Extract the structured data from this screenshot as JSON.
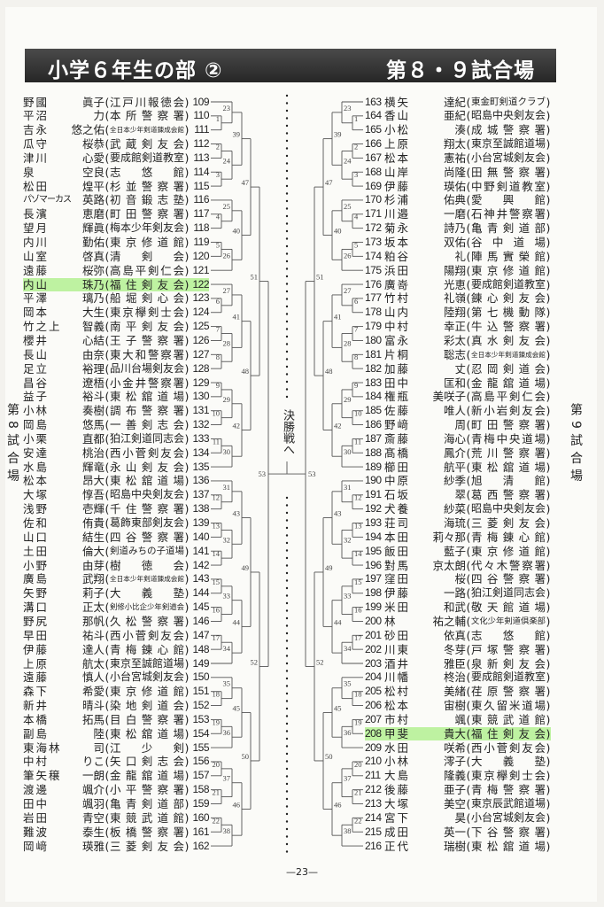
{
  "header": {
    "title": "小学６年生の部 ②",
    "venue": "第８・９試合場"
  },
  "side_labels": {
    "left": "第8試合場",
    "right": "第9試合場"
  },
  "finals_label": "決勝戦へ",
  "page_number": "—23—",
  "bracket_tree": [
    53,
    [
      51,
      [
        47,
        [
          39,
          [
            23,
            0,
            [
              1,
              1,
              2
            ]
          ],
          [
            24,
            [
              2,
              3,
              4
            ],
            [
              3,
              5,
              6
            ]
          ]
        ],
        [
          40,
          [
            25,
            7,
            [
              4,
              8,
              9
            ]
          ],
          [
            26,
            [
              5,
              10,
              11
            ],
            12
          ]
        ]
      ],
      [
        48,
        [
          41,
          [
            27,
            13,
            [
              6,
              14,
              15
            ]
          ],
          [
            28,
            [
              7,
              16,
              17
            ],
            [
              8,
              18,
              19
            ]
          ]
        ],
        [
          42,
          [
            29,
            [
              9,
              20,
              21
            ],
            [
              10,
              22,
              23
            ]
          ],
          [
            30,
            [
              11,
              24,
              25
            ],
            26
          ]
        ]
      ]
    ],
    [
      52,
      [
        49,
        [
          43,
          [
            31,
            27,
            [
              12,
              28,
              29
            ]
          ],
          [
            32,
            [
              13,
              30,
              31
            ],
            [
              14,
              32,
              33
            ]
          ]
        ],
        [
          44,
          [
            33,
            [
              15,
              34,
              35
            ],
            [
              16,
              36,
              37
            ]
          ],
          [
            34,
            [
              17,
              38,
              39
            ],
            40
          ]
        ]
      ],
      [
        50,
        [
          45,
          [
            35,
            41,
            [
              18,
              42,
              43
            ]
          ],
          [
            36,
            [
              19,
              44,
              45
            ],
            46
          ]
        ],
        [
          46,
          [
            37,
            [
              20,
              47,
              48
            ],
            [
              21,
              49,
              50
            ]
          ],
          [
            38,
            [
              22,
              51,
              52
            ],
            53
          ]
        ]
      ]
    ]
  ],
  "left_entries": [
    {
      "no": "109",
      "surname": "野國",
      "given": "眞子",
      "club": "江戸川報徳会"
    },
    {
      "no": "110",
      "surname": "平沼",
      "given": "力",
      "club": "本所警察署"
    },
    {
      "no": "111",
      "surname": "吉永",
      "given": "悠之佑",
      "club": "全日本少年剣道錬成会館"
    },
    {
      "no": "112",
      "surname": "瓜守",
      "given": "桜恭",
      "club": "武蔵剣友会"
    },
    {
      "no": "113",
      "surname": "津川",
      "given": "心愛",
      "club": "要成館剣道教室"
    },
    {
      "no": "114",
      "surname": "泉",
      "given": "空良",
      "club": "志悠館"
    },
    {
      "no": "115",
      "surname": "松田",
      "given": "煌平",
      "club": "杉並警察署"
    },
    {
      "no": "116",
      "surname": "パゾマーカス",
      "given": "英路",
      "club": "初音鍛志塾"
    },
    {
      "no": "117",
      "surname": "長濱",
      "given": "恵磨",
      "club": "町田警察署"
    },
    {
      "no": "118",
      "surname": "望月",
      "given": "輝眞",
      "club": "梅本少年剣友会"
    },
    {
      "no": "119",
      "surname": "内川",
      "given": "勤佑",
      "club": "東京修道館"
    },
    {
      "no": "120",
      "surname": "山室",
      "given": "啓真",
      "club": "清剣会"
    },
    {
      "no": "121",
      "surname": "遠藤",
      "given": "桜弥",
      "club": "高島平剣仁会"
    },
    {
      "no": "122",
      "surname": "内山",
      "given": "珠乃",
      "club": "福住剣友会",
      "highlighted": true
    },
    {
      "no": "123",
      "surname": "平澤",
      "given": "璃乃",
      "club": "船堀剣心会"
    },
    {
      "no": "124",
      "surname": "岡本",
      "given": "大生",
      "club": "東京欅剣士会"
    },
    {
      "no": "125",
      "surname": "竹之上",
      "given": "智義",
      "club": "南平剣友会"
    },
    {
      "no": "126",
      "surname": "櫻井",
      "given": "心結",
      "club": "王子警察署"
    },
    {
      "no": "127",
      "surname": "長山",
      "given": "由奈",
      "club": "東大和警察署"
    },
    {
      "no": "128",
      "surname": "足立",
      "given": "裕理",
      "club": "品川台場剣友会"
    },
    {
      "no": "129",
      "surname": "昌谷",
      "given": "遼梧",
      "club": "小金井警察署"
    },
    {
      "no": "130",
      "surname": "益子",
      "given": "裕斗",
      "club": "東松舘道場"
    },
    {
      "no": "131",
      "surname": "小林",
      "given": "奏樹",
      "club": "調布警察署"
    },
    {
      "no": "132",
      "surname": "岡島",
      "given": "悠馬",
      "club": "一善剣志会"
    },
    {
      "no": "133",
      "surname": "小栗",
      "given": "直都",
      "club": "狛江剣道同志会"
    },
    {
      "no": "134",
      "surname": "安達",
      "given": "桃治",
      "club": "西小菅剣友会"
    },
    {
      "no": "135",
      "surname": "水島",
      "given": "輝竜",
      "club": "永山剣友会"
    },
    {
      "no": "136",
      "surname": "松本",
      "given": "昂大",
      "club": "東松舘道場"
    },
    {
      "no": "137",
      "surname": "大塚",
      "given": "惇吾",
      "club": "昭島中央剣友会"
    },
    {
      "no": "138",
      "surname": "浅野",
      "given": "壱輝",
      "club": "千住警察署"
    },
    {
      "no": "139",
      "surname": "佐和",
      "given": "侑貴",
      "club": "葛飾東部剣友会"
    },
    {
      "no": "140",
      "surname": "山口",
      "given": "結生",
      "club": "四谷警察署"
    },
    {
      "no": "141",
      "surname": "土田",
      "given": "倫大",
      "club": "剣道みちの子道場"
    },
    {
      "no": "142",
      "surname": "小野",
      "given": "由芽",
      "club": "樹徳会"
    },
    {
      "no": "143",
      "surname": "廣島",
      "given": "武翔",
      "club": "全日本少年剣道錬成会館"
    },
    {
      "no": "144",
      "surname": "矢野",
      "given": "莉子",
      "club": "大義塾"
    },
    {
      "no": "145",
      "surname": "溝口",
      "given": "正太",
      "club": "剣修小比企少年剣道会"
    },
    {
      "no": "146",
      "surname": "野尻",
      "given": "那帆",
      "club": "久松警察署"
    },
    {
      "no": "147",
      "surname": "早田",
      "given": "祐斗",
      "club": "西小菅剣友会"
    },
    {
      "no": "148",
      "surname": "伊藤",
      "given": "達人",
      "club": "青梅錬心館"
    },
    {
      "no": "149",
      "surname": "上原",
      "given": "航太",
      "club": "東京至誠館道場"
    },
    {
      "no": "150",
      "surname": "遠藤",
      "given": "慎人",
      "club": "小台宮城剣友会"
    },
    {
      "no": "151",
      "surname": "森下",
      "given": "希愛",
      "club": "東京修道館"
    },
    {
      "no": "152",
      "surname": "新井",
      "given": "晴斗",
      "club": "染地剣道会"
    },
    {
      "no": "153",
      "surname": "本橋",
      "given": "拓馬",
      "club": "目白警察署"
    },
    {
      "no": "154",
      "surname": "副島",
      "given": "陸",
      "club": "東松舘道場"
    },
    {
      "no": "155",
      "surname": "東海林",
      "given": "司",
      "club": "江少剣"
    },
    {
      "no": "156",
      "surname": "中村",
      "given": "りこ",
      "club": "矢口剣志会"
    },
    {
      "no": "157",
      "surname": "筆矢穣",
      "given": "一朗",
      "club": "金龍舘道場"
    },
    {
      "no": "158",
      "surname": "渡邊",
      "given": "颯介",
      "club": "小平警察署"
    },
    {
      "no": "159",
      "surname": "田中",
      "given": "颯羽",
      "club": "亀青剣道部"
    },
    {
      "no": "160",
      "surname": "岩田",
      "given": "青空",
      "club": "東競武道館"
    },
    {
      "no": "161",
      "surname": "難波",
      "given": "泰生",
      "club": "板橋警察署"
    },
    {
      "no": "162",
      "surname": "岡﨑",
      "given": "瑛雅",
      "club": "三菱剣友会"
    }
  ],
  "right_entries": [
    {
      "no": "163",
      "surname": "横矢",
      "given": "達紀",
      "club": "東金町剣道クラブ"
    },
    {
      "no": "164",
      "surname": "香山",
      "given": "亜紀",
      "club": "昭島中央剣友会"
    },
    {
      "no": "165",
      "surname": "小松",
      "given": "湊",
      "club": "成城警察署"
    },
    {
      "no": "166",
      "surname": "上原",
      "given": "翔太",
      "club": "東京至誠館道場"
    },
    {
      "no": "167",
      "surname": "松本",
      "given": "憲祐",
      "club": "小台宮城剣友会"
    },
    {
      "no": "168",
      "surname": "山岸",
      "given": "尚隆",
      "club": "田無警察署"
    },
    {
      "no": "169",
      "surname": "伊藤",
      "given": "瑛佑",
      "club": "中野剣道教室"
    },
    {
      "no": "170",
      "surname": "杉浦",
      "given": "佑典",
      "club": "愛興館"
    },
    {
      "no": "171",
      "surname": "川邉",
      "given": "一磨",
      "club": "石神井警察署"
    },
    {
      "no": "172",
      "surname": "菊永",
      "given": "詩乃",
      "club": "亀青剣道部"
    },
    {
      "no": "173",
      "surname": "坂本",
      "given": "双佑",
      "club": "谷中道場"
    },
    {
      "no": "174",
      "surname": "粕谷",
      "given": "礼",
      "club": "陣馬實榮館"
    },
    {
      "no": "175",
      "surname": "浜田",
      "given": "陽翔",
      "club": "東京修道館"
    },
    {
      "no": "176",
      "surname": "廣嵜",
      "given": "光恵",
      "club": "要成館剣道教室"
    },
    {
      "no": "177",
      "surname": "竹村",
      "given": "礼嶺",
      "club": "錬心剣友会"
    },
    {
      "no": "178",
      "surname": "山内",
      "given": "陸翔",
      "club": "第七機動隊"
    },
    {
      "no": "179",
      "surname": "中村",
      "given": "幸正",
      "club": "牛込警察署"
    },
    {
      "no": "180",
      "surname": "富永",
      "given": "彩太",
      "club": "真水剣友会"
    },
    {
      "no": "181",
      "surname": "片桐",
      "given": "聡志",
      "club": "全日本少年剣道錬成会館"
    },
    {
      "no": "182",
      "surname": "加藤",
      "given": "丈",
      "club": "忍岡剣道会"
    },
    {
      "no": "183",
      "surname": "田中",
      "given": "匡和",
      "club": "金龍舘道場"
    },
    {
      "no": "184",
      "surname": "権瓶",
      "given": "美咲子",
      "club": "高島平剣仁会"
    },
    {
      "no": "185",
      "surname": "佐藤",
      "given": "唯人",
      "club": "新小岩剣友会"
    },
    {
      "no": "186",
      "surname": "野﨑",
      "given": "周",
      "club": "町田警察署"
    },
    {
      "no": "187",
      "surname": "斎藤",
      "given": "海心",
      "club": "青梅中央道場"
    },
    {
      "no": "188",
      "surname": "髙橋",
      "given": "鳳介",
      "club": "荒川警察署"
    },
    {
      "no": "189",
      "surname": "櫛田",
      "given": "航平",
      "club": "東松舘道場"
    },
    {
      "no": "190",
      "surname": "中原",
      "given": "紗季",
      "club": "旭清館"
    },
    {
      "no": "191",
      "surname": "石坂",
      "given": "翠",
      "club": "葛西警察署"
    },
    {
      "no": "192",
      "surname": "犬養",
      "given": "紗菜",
      "club": "昭島中央剣友会"
    },
    {
      "no": "193",
      "surname": "荘司",
      "given": "海琉",
      "club": "三菱剣友会"
    },
    {
      "no": "194",
      "surname": "本田",
      "given": "莉々那",
      "club": "青梅錬心館"
    },
    {
      "no": "195",
      "surname": "飯田",
      "given": "藍子",
      "club": "東京修道館"
    },
    {
      "no": "196",
      "surname": "對馬",
      "given": "京太朗",
      "club": "代々木警察署"
    },
    {
      "no": "197",
      "surname": "窪田",
      "given": "桜",
      "club": "四谷警察署"
    },
    {
      "no": "198",
      "surname": "伊藤",
      "given": "一路",
      "club": "狛江剣道同志会"
    },
    {
      "no": "199",
      "surname": "米田",
      "given": "和武",
      "club": "敬天館道場"
    },
    {
      "no": "200",
      "surname": "林",
      "given": "祐之輔",
      "club": "文化少年剣道倶楽部"
    },
    {
      "no": "201",
      "surname": "砂田",
      "given": "依真",
      "club": "志悠館"
    },
    {
      "no": "202",
      "surname": "川東",
      "given": "冬芽",
      "club": "戸塚警察署"
    },
    {
      "no": "203",
      "surname": "酒井",
      "given": "雅臣",
      "club": "泉新剣友会"
    },
    {
      "no": "204",
      "surname": "川幡",
      "given": "柊治",
      "club": "要成館剣道教室"
    },
    {
      "no": "205",
      "surname": "松村",
      "given": "美緒",
      "club": "荏原警察署"
    },
    {
      "no": "206",
      "surname": "松本",
      "given": "宙樹",
      "club": "東久留米道場"
    },
    {
      "no": "207",
      "surname": "市村",
      "given": "颯",
      "club": "東競武道館"
    },
    {
      "no": "208",
      "surname": "甲斐",
      "given": "貴大",
      "club": "福住剣友会",
      "highlighted": true
    },
    {
      "no": "209",
      "surname": "水田",
      "given": "咲希",
      "club": "西小菅剣友会"
    },
    {
      "no": "210",
      "surname": "小林",
      "given": "澪子",
      "club": "大義塾"
    },
    {
      "no": "211",
      "surname": "大島",
      "given": "隆義",
      "club": "東京欅剣士会"
    },
    {
      "no": "212",
      "surname": "後藤",
      "given": "亜子",
      "club": "青梅警察署"
    },
    {
      "no": "213",
      "surname": "大塚",
      "given": "美空",
      "club": "東京辰武館道場"
    },
    {
      "no": "214",
      "surname": "宮下",
      "given": "昊",
      "club": "小台宮城剣友会"
    },
    {
      "no": "215",
      "surname": "成田",
      "given": "英一",
      "club": "下谷警察署"
    },
    {
      "no": "216",
      "surname": "正代",
      "given": "瑞樹",
      "club": "東松舘道場"
    }
  ]
}
